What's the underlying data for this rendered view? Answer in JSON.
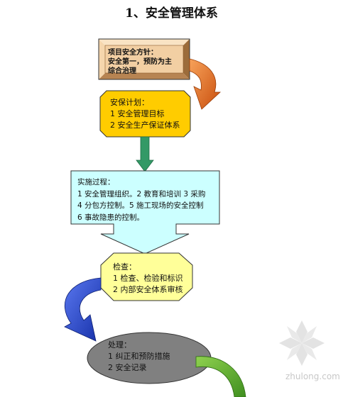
{
  "title": "1、安全管理体系",
  "nodes": {
    "policy": {
      "lines": [
        "项目安全方针：",
        "安全第一，预防为主",
        "综合治理"
      ]
    },
    "plan": {
      "lines": [
        "安保计划：",
        "1 安全管理目标",
        "2 安全生产保证体系"
      ]
    },
    "implementation": {
      "lines": [
        "实施过程：",
        "1 安全管理组织。2 教育和培训 3 采购",
        "4 分包方控制。5 施工现场的安全控制",
        "6 事故隐患的控制。"
      ]
    },
    "inspection": {
      "lines": [
        "检查：",
        "1 检查、检验和标识",
        "2 内部安全体系审核"
      ]
    },
    "handling": {
      "lines": [
        "处理：",
        "1 纠正和预防措施",
        "2 安全记录"
      ]
    }
  },
  "colors": {
    "policy_fill": "#f2cfa3",
    "plan_fill": "#ffcc00",
    "implementation_fill": "#ccffff",
    "inspection_fill": "#ffff99",
    "handling_fill": "#808080",
    "orange_arrow": "#e76b1c",
    "green_arrow": "#339966",
    "blue_arrow": "#1f3ccc"
  },
  "watermark": {
    "text": "zhulong.com"
  }
}
